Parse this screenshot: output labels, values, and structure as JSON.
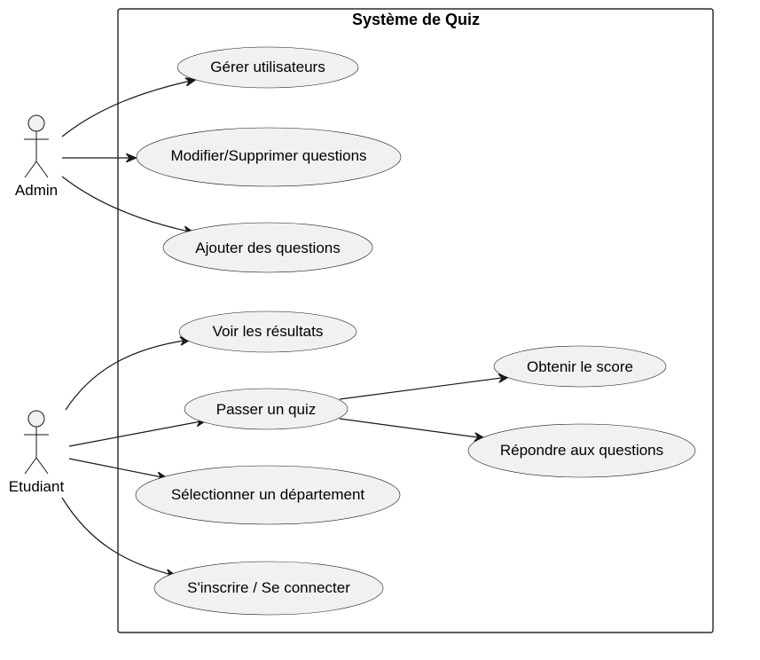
{
  "system": {
    "title": "Système de Quiz"
  },
  "actors": {
    "admin": {
      "label": "Admin"
    },
    "etudiant": {
      "label": "Etudiant"
    }
  },
  "use_cases": {
    "gerer_utilisateurs": "Gérer utilisateurs",
    "modifier_supprimer_questions": "Modifier/Supprimer questions",
    "ajouter_questions": "Ajouter des questions",
    "voir_resultats": "Voir les résultats",
    "passer_quiz": "Passer un quiz",
    "obtenir_score": "Obtenir le score",
    "repondre_questions": "Répondre aux questions",
    "selectionner_departement": "Sélectionner un département",
    "inscrire_connecter": "S'inscrire / Se connecter"
  },
  "associations": [
    {
      "from": "Admin",
      "to": "Gérer utilisateurs"
    },
    {
      "from": "Admin",
      "to": "Modifier/Supprimer questions"
    },
    {
      "from": "Admin",
      "to": "Ajouter des questions"
    },
    {
      "from": "Etudiant",
      "to": "Voir les résultats"
    },
    {
      "from": "Etudiant",
      "to": "Passer un quiz"
    },
    {
      "from": "Etudiant",
      "to": "Sélectionner un département"
    },
    {
      "from": "Etudiant",
      "to": "S'inscrire / Se connecter"
    },
    {
      "from": "Passer un quiz",
      "to": "Obtenir le score"
    },
    {
      "from": "Passer un quiz",
      "to": "Répondre aux questions"
    }
  ],
  "colors": {
    "use_case_fill": "#f1f1f1",
    "stroke": "#181818",
    "background": "#ffffff"
  }
}
